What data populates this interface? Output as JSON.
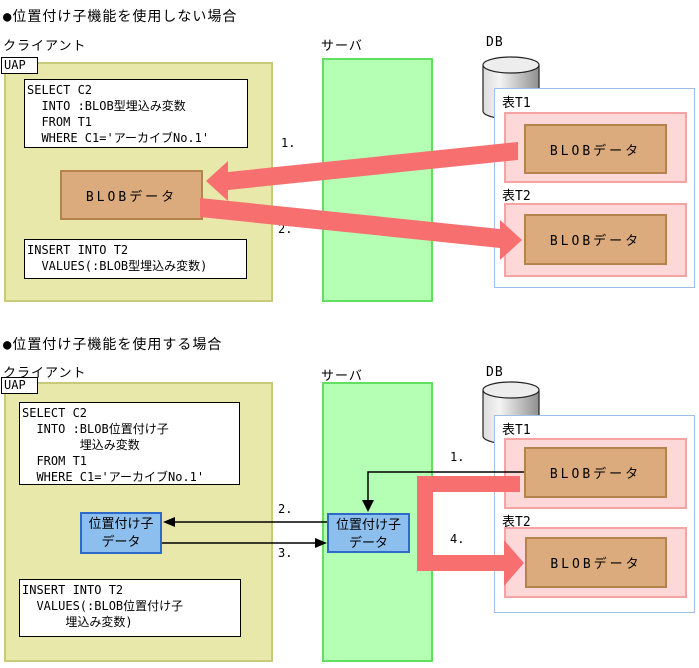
{
  "colors": {
    "client_fill": "#e8e8ab",
    "client_border": "#c9c97a",
    "server_fill": "#b5ffb5",
    "server_border": "#5fe05f",
    "table_fill": "#fdd8d8",
    "table_border": "#f5a3a3",
    "blob_fill": "#dcab7d",
    "blob_border": "#b5834b",
    "locator_fill": "#8cbeee",
    "locator_border": "#2e6bc8",
    "db_box_border": "#9cc1e4",
    "thick_arrow": "#f76f6f",
    "thin_arrow": "#000000"
  },
  "panels": [
    {
      "heading": "●位置付け子機能を使用しない場合",
      "client": {
        "label": "クライアント",
        "uap_label": "UAP",
        "select_sql": {
          "lines": [
            "SELECT C2",
            "  INTO :BLOB型埋込み変数",
            "  FROM T1",
            "  WHERE C1='アーカイブNo.1'"
          ]
        },
        "blob_box_label": "BLOBデータ",
        "insert_sql": {
          "lines": [
            "INSERT INTO T2",
            "  VALUES(:BLOB型埋込み変数)"
          ]
        }
      },
      "server": {
        "label": "サーバ"
      },
      "db": {
        "label": "DB",
        "tables": [
          {
            "name": "表T1",
            "blob_label": "BLOBデータ"
          },
          {
            "name": "表T2",
            "blob_label": "BLOBデータ"
          }
        ]
      },
      "steps": [
        "1.",
        "2."
      ]
    },
    {
      "heading": "●位置付け子機能を使用する場合",
      "client": {
        "label": "クライアント",
        "uap_label": "UAP",
        "select_sql": {
          "lines": [
            "SELECT C2",
            "  INTO :BLOB位置付け子",
            "        埋込み変数",
            "  FROM T1",
            "  WHERE C1='アーカイブNo.1'"
          ]
        },
        "locator_box": {
          "line1": "位置付け子",
          "line2": "データ"
        },
        "insert_sql": {
          "lines": [
            "INSERT INTO T2",
            "  VALUES(:BLOB位置付け子",
            "      埋込み変数)"
          ]
        }
      },
      "server": {
        "label": "サーバ",
        "locator_box": {
          "line1": "位置付け子",
          "line2": "データ"
        }
      },
      "db": {
        "label": "DB",
        "tables": [
          {
            "name": "表T1",
            "blob_label": "BLOBデータ"
          },
          {
            "name": "表T2",
            "blob_label": "BLOBデータ"
          }
        ]
      },
      "steps": [
        "1.",
        "2.",
        "3.",
        "4."
      ]
    }
  ]
}
